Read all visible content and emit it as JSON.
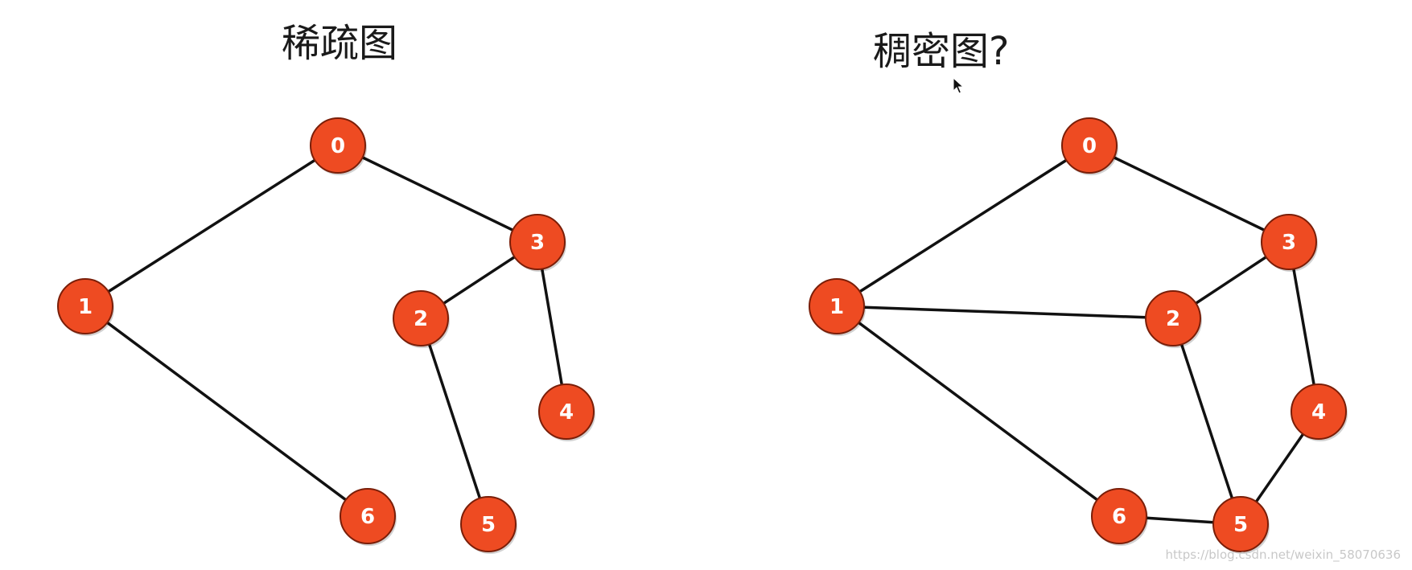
{
  "graphs": [
    {
      "title": "稀疏图",
      "nodes": [
        {
          "label": "0"
        },
        {
          "label": "1"
        },
        {
          "label": "2"
        },
        {
          "label": "3"
        },
        {
          "label": "4"
        },
        {
          "label": "5"
        },
        {
          "label": "6"
        }
      ],
      "edges": [
        [
          "0",
          "1"
        ],
        [
          "0",
          "3"
        ],
        [
          "3",
          "2"
        ],
        [
          "3",
          "4"
        ],
        [
          "1",
          "6"
        ],
        [
          "2",
          "5"
        ]
      ]
    },
    {
      "title": "稠密图?",
      "nodes": [
        {
          "label": "0"
        },
        {
          "label": "1"
        },
        {
          "label": "2"
        },
        {
          "label": "3"
        },
        {
          "label": "4"
        },
        {
          "label": "5"
        },
        {
          "label": "6"
        }
      ],
      "edges": [
        [
          "0",
          "1"
        ],
        [
          "0",
          "3"
        ],
        [
          "1",
          "2"
        ],
        [
          "3",
          "2"
        ],
        [
          "3",
          "4"
        ],
        [
          "1",
          "6"
        ],
        [
          "2",
          "5"
        ],
        [
          "4",
          "5"
        ],
        [
          "6",
          "5"
        ]
      ]
    }
  ],
  "colors": {
    "node_fill": "#ee4b22",
    "edge": "#111111"
  },
  "watermark": "https://blog.csdn.net/weixin_58070636",
  "cursor": "arrow-cursor-icon"
}
